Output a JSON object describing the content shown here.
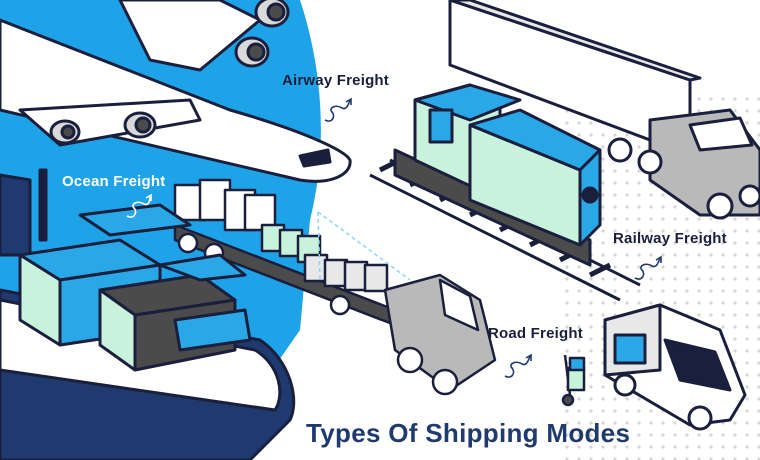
{
  "title": "Types Of Shipping Modes",
  "modes": [
    {
      "label": "Airway Freight",
      "icon": "airplane-icon"
    },
    {
      "label": "Ocean Freight",
      "icon": "cargo-ship-icon"
    },
    {
      "label": "Railway Freight",
      "icon": "locomotive-icon"
    },
    {
      "label": "Road Freight",
      "icon": "truck-icon"
    }
  ],
  "colors": {
    "sky_blue": "#1fa3e8",
    "navy": "#1a1f3d",
    "title_navy": "#1f3a6e",
    "mint": "#c9f2dc",
    "container_blue": "#2aa7e6",
    "gray": "#b9b9b9",
    "dark_gray": "#4b4b4b",
    "white": "#ffffff"
  }
}
